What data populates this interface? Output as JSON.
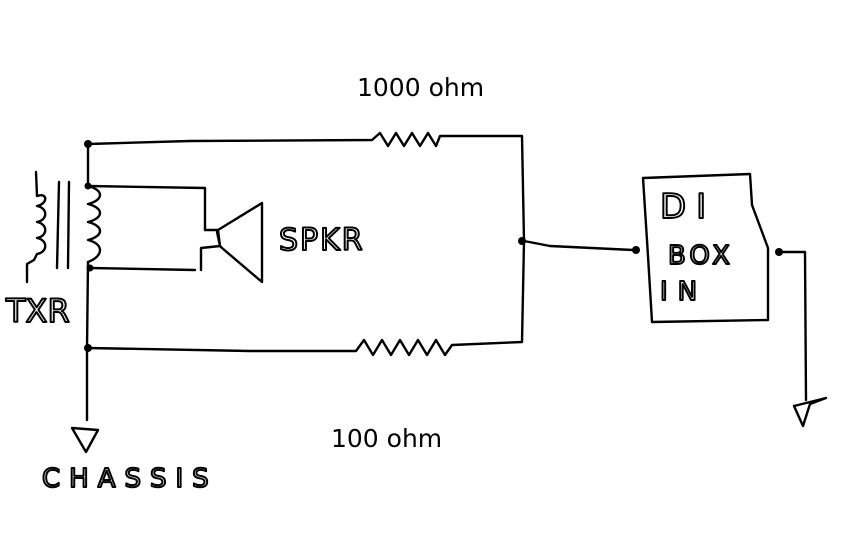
{
  "labels": {
    "resistor_top": "1000 ohm",
    "resistor_bottom": "100 ohm",
    "speaker": "SPKR",
    "transformer": "TXR",
    "chassis": "CHASSIS",
    "di_line1": "DI",
    "di_line2": "BOX",
    "di_line3": "IN"
  },
  "colors": {
    "ink": "#000000",
    "background": "#ffffff"
  }
}
